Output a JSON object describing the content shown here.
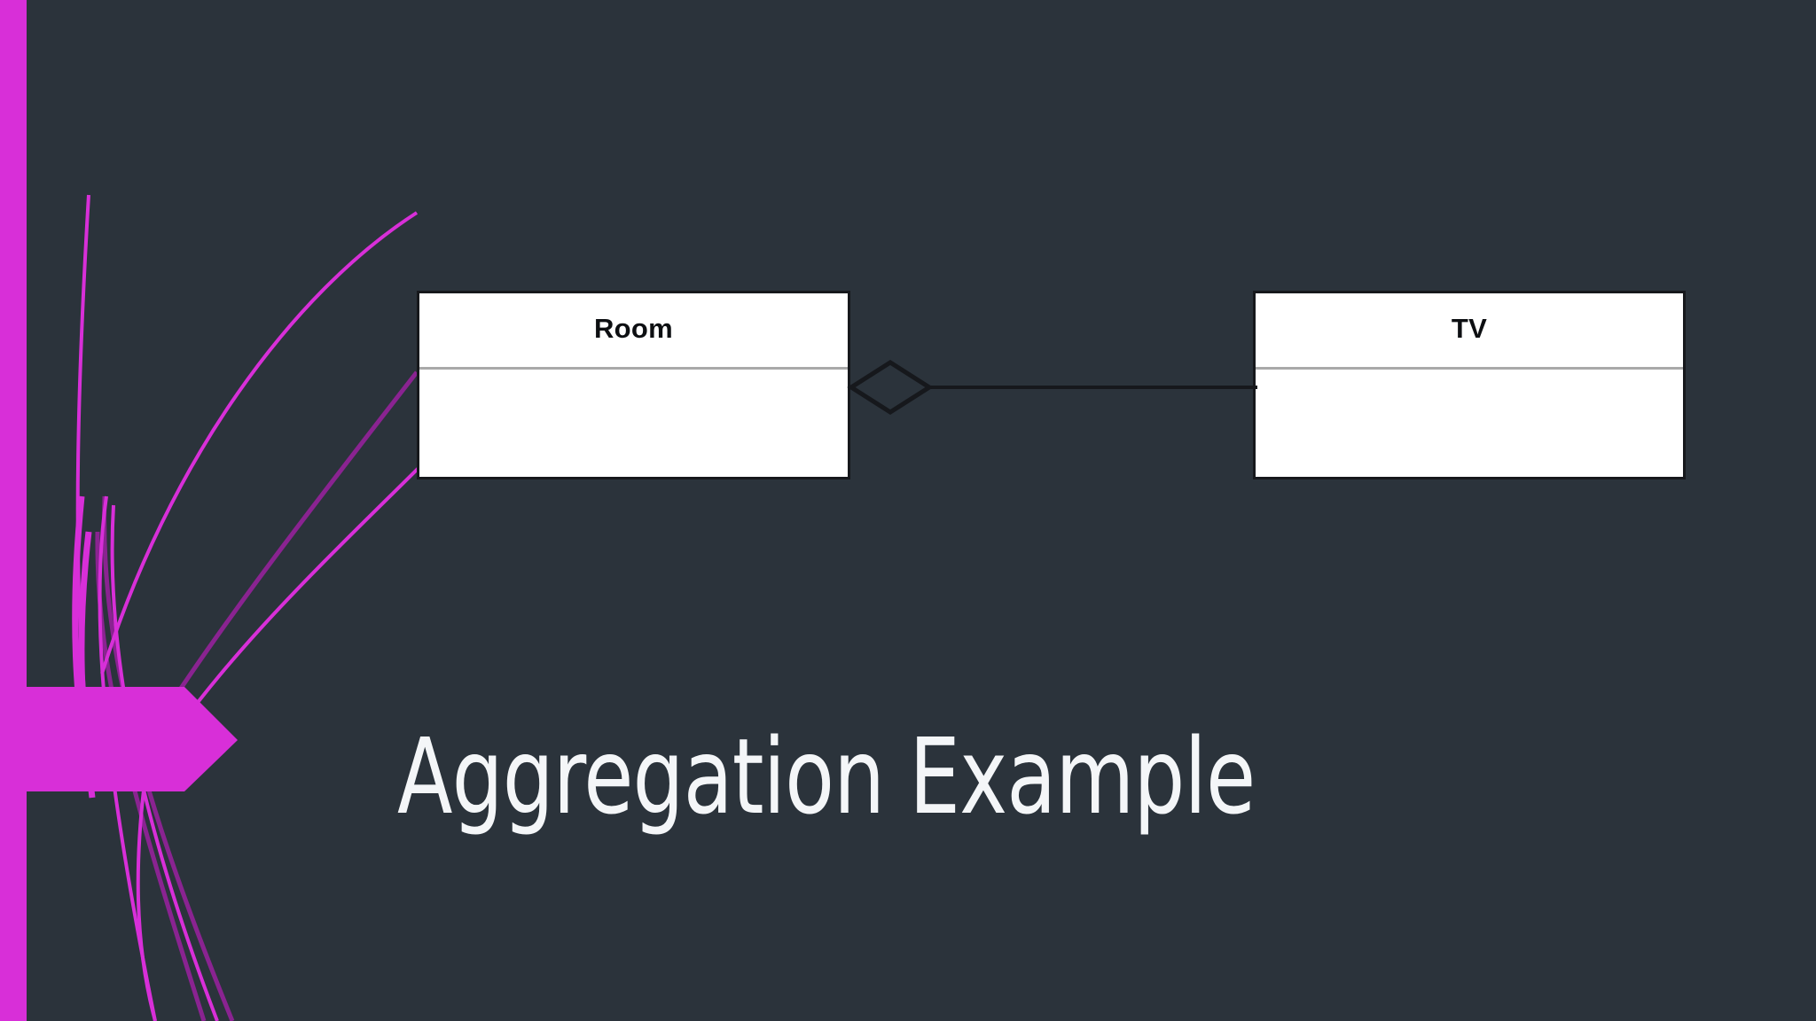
{
  "slide": {
    "title": "Aggregation Example",
    "background_color": "#2b333b",
    "accent_color": "#dd2fdd",
    "title_color": "#f4f6f8"
  },
  "diagram": {
    "type": "uml-class-diagram",
    "relationship": "aggregation",
    "relationship_symbol": "hollow-diamond",
    "classes": [
      {
        "name": "Room",
        "role": "whole",
        "attributes": [],
        "operations": []
      },
      {
        "name": "TV",
        "role": "part",
        "attributes": [],
        "operations": []
      }
    ],
    "connector": {
      "from": "Room",
      "to": "TV",
      "diamond_at": "Room",
      "diamond_filled": false,
      "line_color": "#16181c"
    }
  },
  "decoration": {
    "left_bar": "magenta-vertical-bar",
    "banner": "magenta-arrow-banner",
    "strands": "magenta-grass-strands"
  }
}
